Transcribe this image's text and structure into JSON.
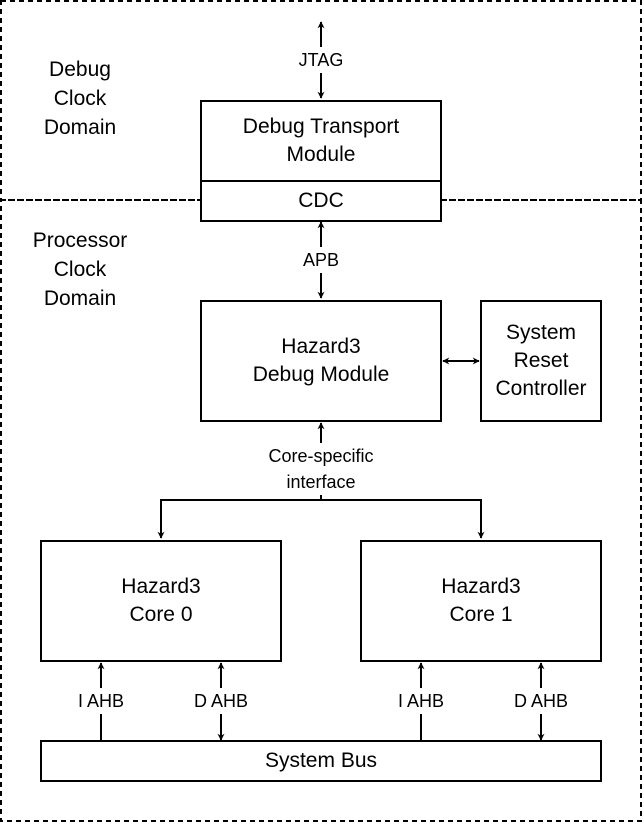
{
  "domains": {
    "debug_label": "Debug\nClock\nDomain",
    "processor_label": "Processor\nClock\nDomain"
  },
  "blocks": {
    "debug_transport": "Debug Transport\nModule",
    "cdc": "CDC",
    "debug_module": "Hazard3\nDebug Module",
    "reset_controller": "System\nReset\nController",
    "core0": "Hazard3\nCore 0",
    "core1": "Hazard3\nCore 1",
    "system_bus": "System Bus"
  },
  "connections": {
    "jtag": "JTAG",
    "apb": "APB",
    "core_interface": "Core-specific\ninterface",
    "core0_iahb": "I AHB",
    "core0_dahb": "D AHB",
    "core1_iahb": "I AHB",
    "core1_dahb": "D AHB"
  }
}
